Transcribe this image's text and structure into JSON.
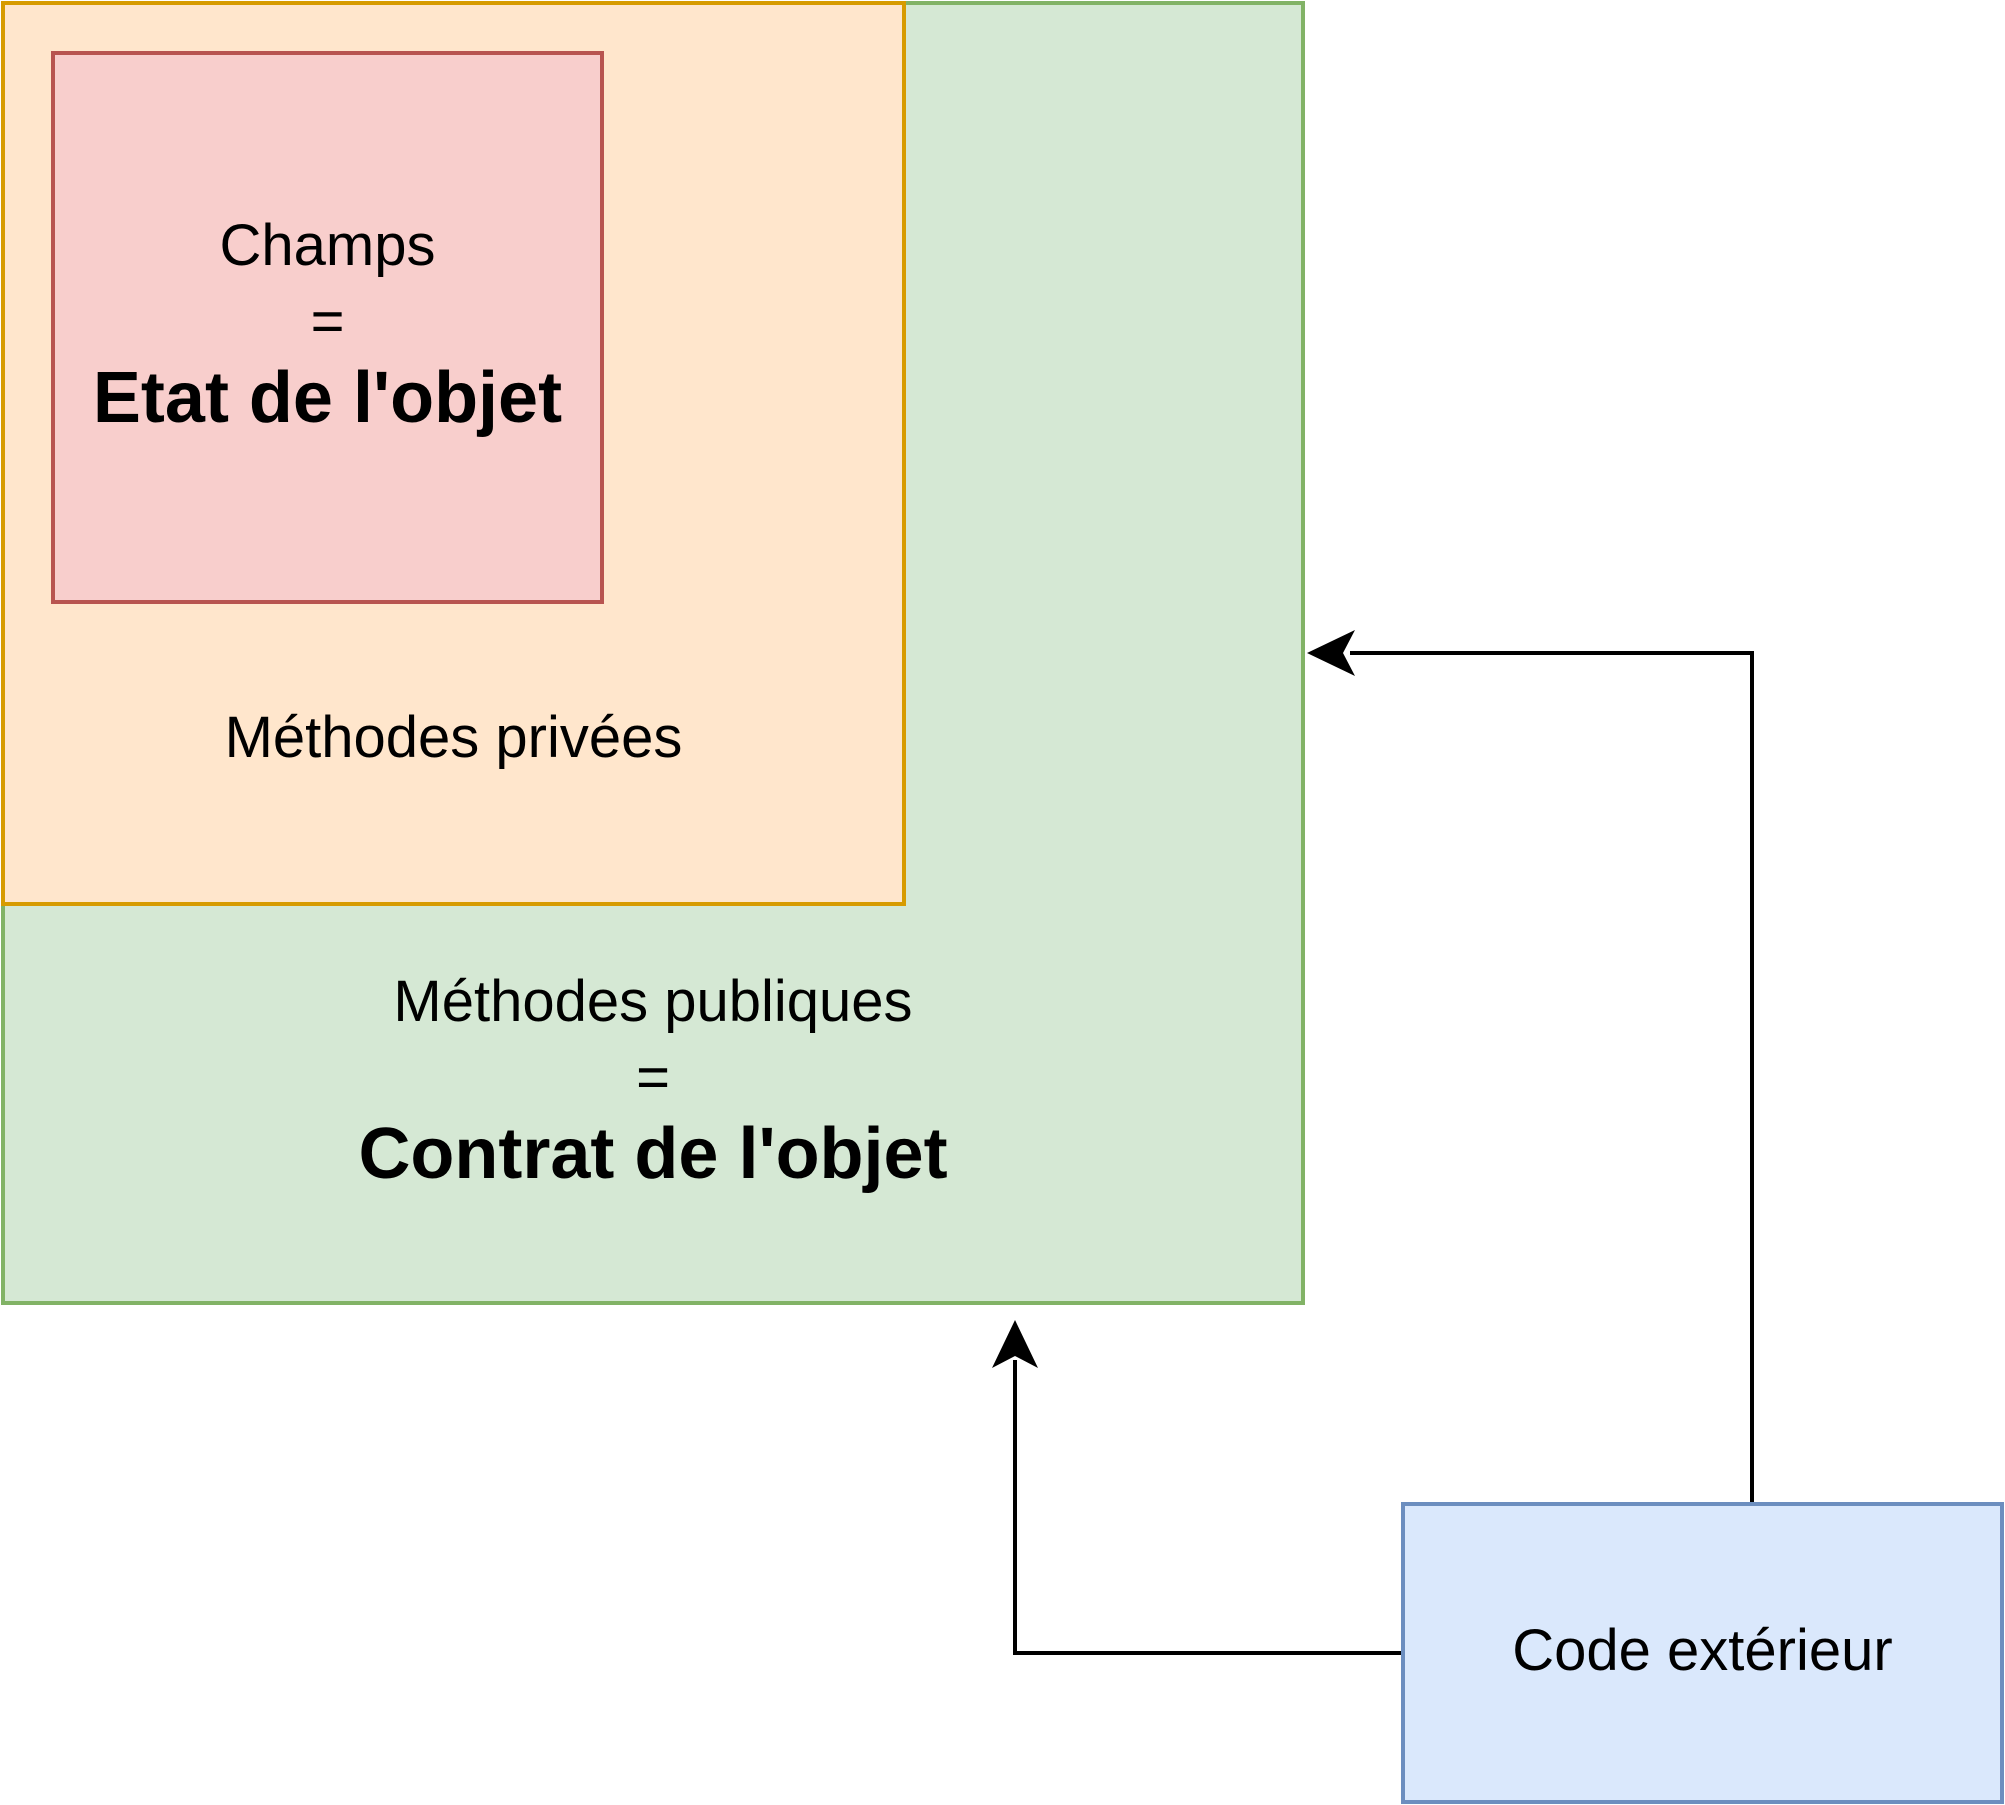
{
  "nodes": {
    "public": {
      "line1": "Méthodes publiques",
      "line2": "=",
      "line3": "Contrat de l'objet",
      "fill": "#d5e8d4",
      "stroke": "#82b366"
    },
    "private": {
      "label": "Méthodes privées",
      "fill": "#ffe6cc",
      "stroke": "#d79b00"
    },
    "fields": {
      "line1": "Champs",
      "line2": "=",
      "line3": "Etat de l'objet",
      "fill": "#f8cecc",
      "stroke": "#b85450"
    },
    "external": {
      "label": "Code extérieur",
      "fill": "#dae8fc",
      "stroke": "#6c8ebf"
    }
  },
  "edges": [
    {
      "from": "external",
      "to": "public",
      "direction": "up"
    },
    {
      "from": "external",
      "to": "public",
      "direction": "left"
    }
  ]
}
